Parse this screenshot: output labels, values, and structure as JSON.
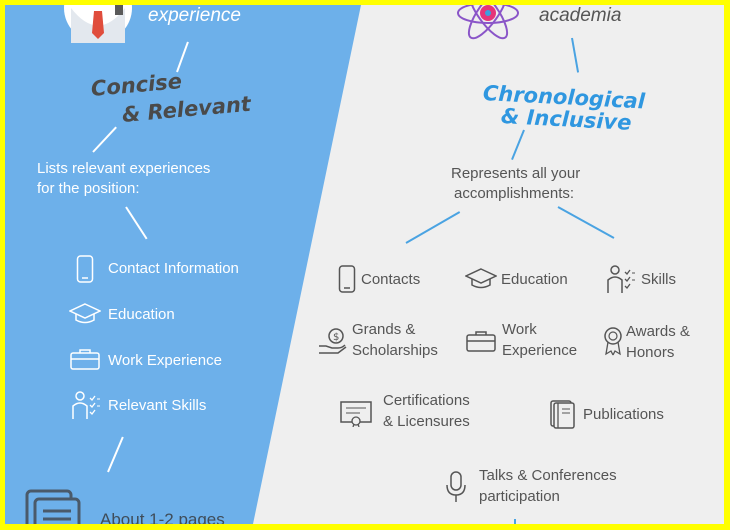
{
  "left": {
    "top_label": "experience",
    "heading_line1": "Concise",
    "heading_line2": "& Relevant",
    "description": [
      "Lists relevant experiences",
      "for the position:"
    ],
    "items": [
      "Contact Information",
      "Education",
      "Work Experience",
      "Relevant Skills"
    ],
    "footer": "About 1-2 pages"
  },
  "right": {
    "top_label": "academia",
    "heading_line1": "Chronological",
    "heading_line2": "& Inclusive",
    "description": [
      "Represents all your",
      "accomplishments:"
    ],
    "items": {
      "contacts": "Contacts",
      "education": "Education",
      "skills": "Skills",
      "grants": [
        "Grands &",
        "Scholarships"
      ],
      "work": [
        "Work",
        "Experience"
      ],
      "awards": [
        "Awards &",
        "Honors"
      ],
      "certifications": [
        "Certifications",
        "& Licensures"
      ],
      "publications": "Publications",
      "talks": [
        "Talks & Conferences",
        "participation"
      ]
    }
  },
  "colors": {
    "border": "#ffff00",
    "left_bg": "#6db0ea",
    "right_bg": "#efefef",
    "accent_blue": "#3a9ae0"
  }
}
